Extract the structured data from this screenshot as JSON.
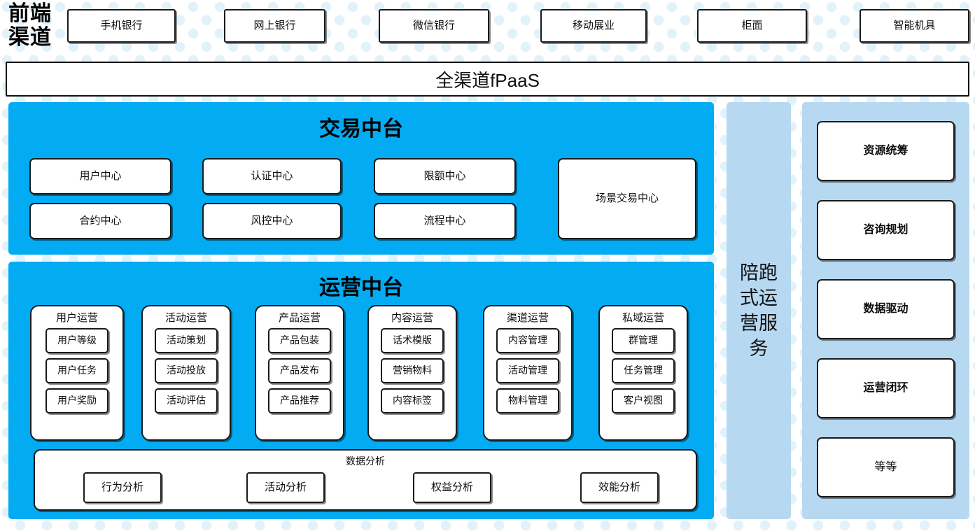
{
  "front_end": {
    "label_lines": [
      "前端",
      "渠道"
    ],
    "channels": [
      {
        "label": "手机银行"
      },
      {
        "label": "网上银行"
      },
      {
        "label": "微信银行"
      },
      {
        "label": "移动展业"
      },
      {
        "label": "柜面"
      },
      {
        "label": "智能机具"
      }
    ]
  },
  "fpaas_bar": {
    "label": "全渠道fPaaS"
  },
  "trade_platform": {
    "title": "交易中台",
    "left_items": [
      {
        "label": "用户中心"
      },
      {
        "label": "认证中心"
      },
      {
        "label": "限额中心"
      },
      {
        "label": "合约中心"
      },
      {
        "label": "风控中心"
      },
      {
        "label": "流程中心"
      }
    ],
    "scene_box": {
      "label": "场景交易中心"
    }
  },
  "operation_platform": {
    "title": "运营中台",
    "columns": [
      {
        "title": "用户运营",
        "items": [
          "用户等级",
          "用户任务",
          "用户奖励"
        ]
      },
      {
        "title": "活动运营",
        "items": [
          "活动策划",
          "活动投放",
          "活动评估"
        ]
      },
      {
        "title": "产品运营",
        "items": [
          "产品包装",
          "产品发布",
          "产品推荐"
        ]
      },
      {
        "title": "内容运营",
        "items": [
          "话术模版",
          "营销物料",
          "内容标签"
        ]
      },
      {
        "title": "渠道运营",
        "items": [
          "内容管理",
          "活动管理",
          "物料管理"
        ]
      },
      {
        "title": "私域运营",
        "items": [
          "群管理",
          "任务管理",
          "客户视图"
        ]
      }
    ],
    "data_analysis": {
      "title": "数据分析",
      "items": [
        "行为分析",
        "活动分析",
        "权益分析",
        "效能分析"
      ]
    }
  },
  "companion_service": {
    "label": "陪跑式运营服务"
  },
  "service_capabilities": {
    "items": [
      {
        "label": "资源统筹",
        "bold": true
      },
      {
        "label": "咨询规划",
        "bold": true
      },
      {
        "label": "数据驱动",
        "bold": true
      },
      {
        "label": "运营闭环",
        "bold": true
      },
      {
        "label": "等等",
        "bold": false
      }
    ]
  },
  "colors": {
    "cyan_panel": "#03ABF2",
    "light_blue_panel": "#B6D8F0",
    "dot_pattern": "#E2F2FB",
    "border": "#1A1A1A",
    "text": "#0D0D0D"
  }
}
